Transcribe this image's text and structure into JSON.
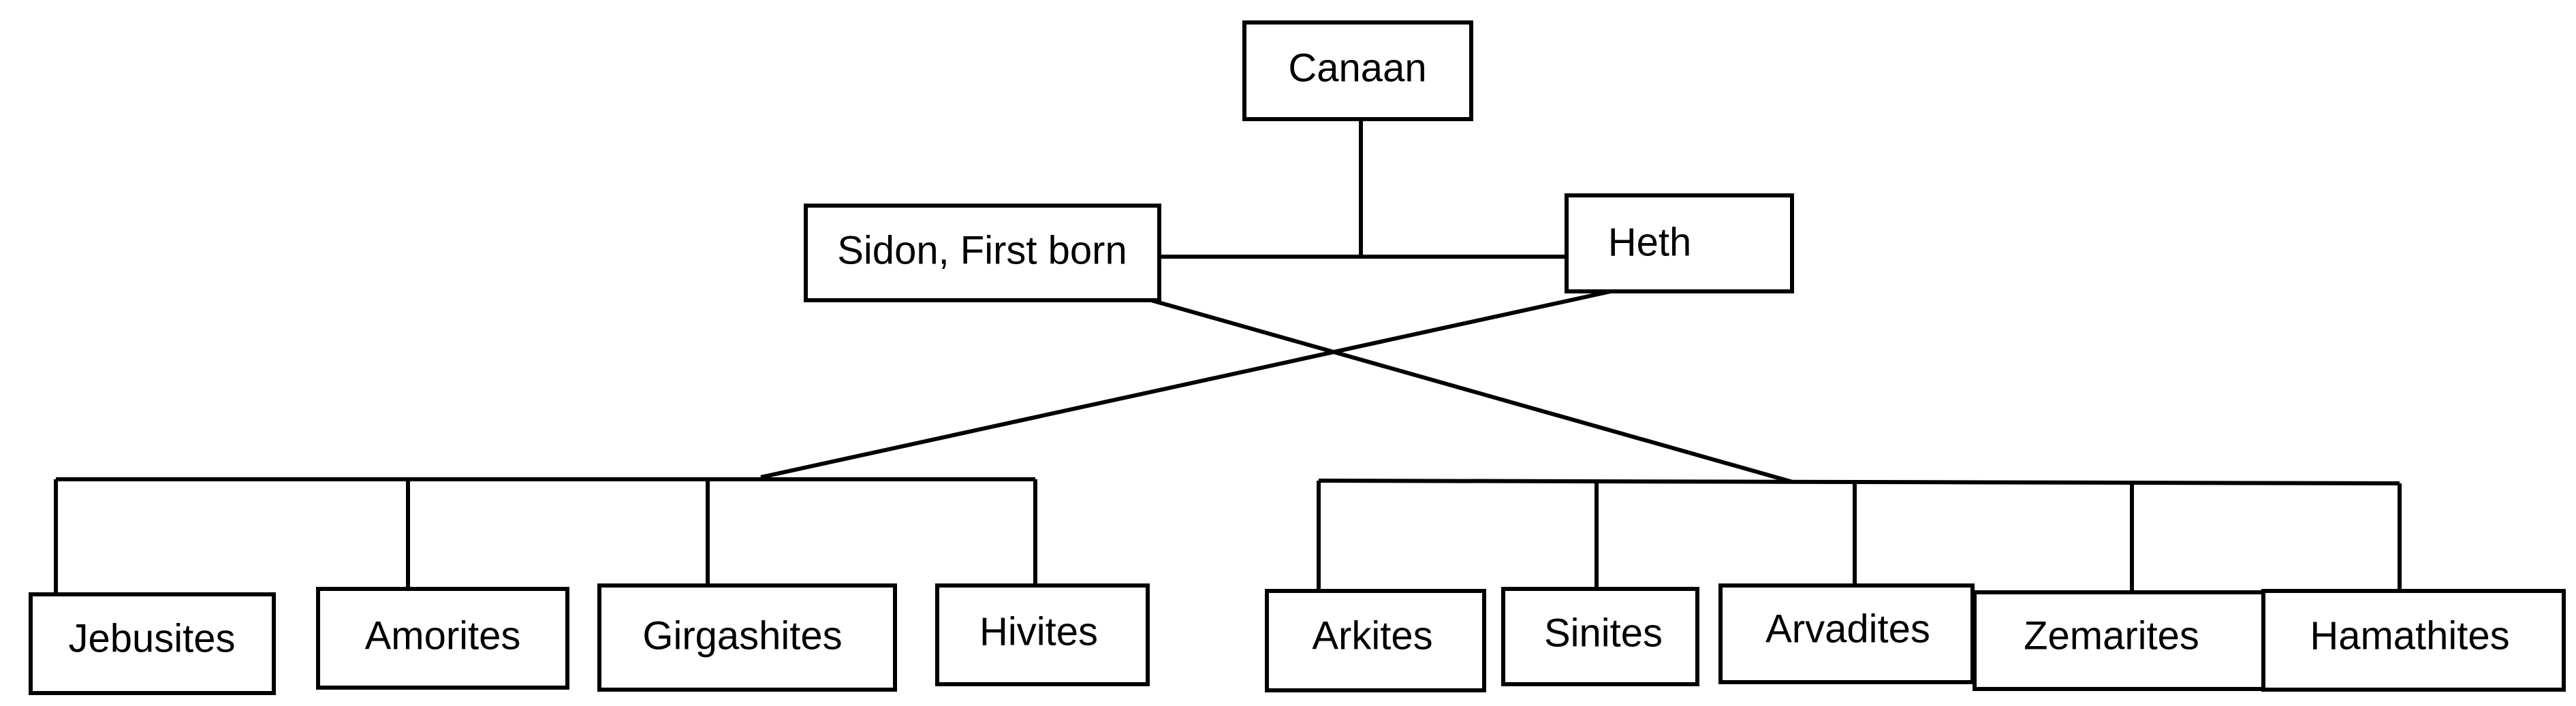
{
  "diagram": {
    "nodes": {
      "canaan": "Canaan",
      "sidon": "Sidon, First born",
      "heth": "Heth",
      "jebusites": "Jebusites",
      "amorites": "Amorites",
      "girgashites": "Girgashites",
      "hivites": "Hivites",
      "arkites": "Arkites",
      "sinites": "Sinites",
      "arvadites": "Arvadites",
      "zemarites": "Zemarites",
      "hamathites": "Hamathites"
    },
    "colors": {
      "line": "#000000",
      "box_fill": "#ffffff"
    }
  }
}
